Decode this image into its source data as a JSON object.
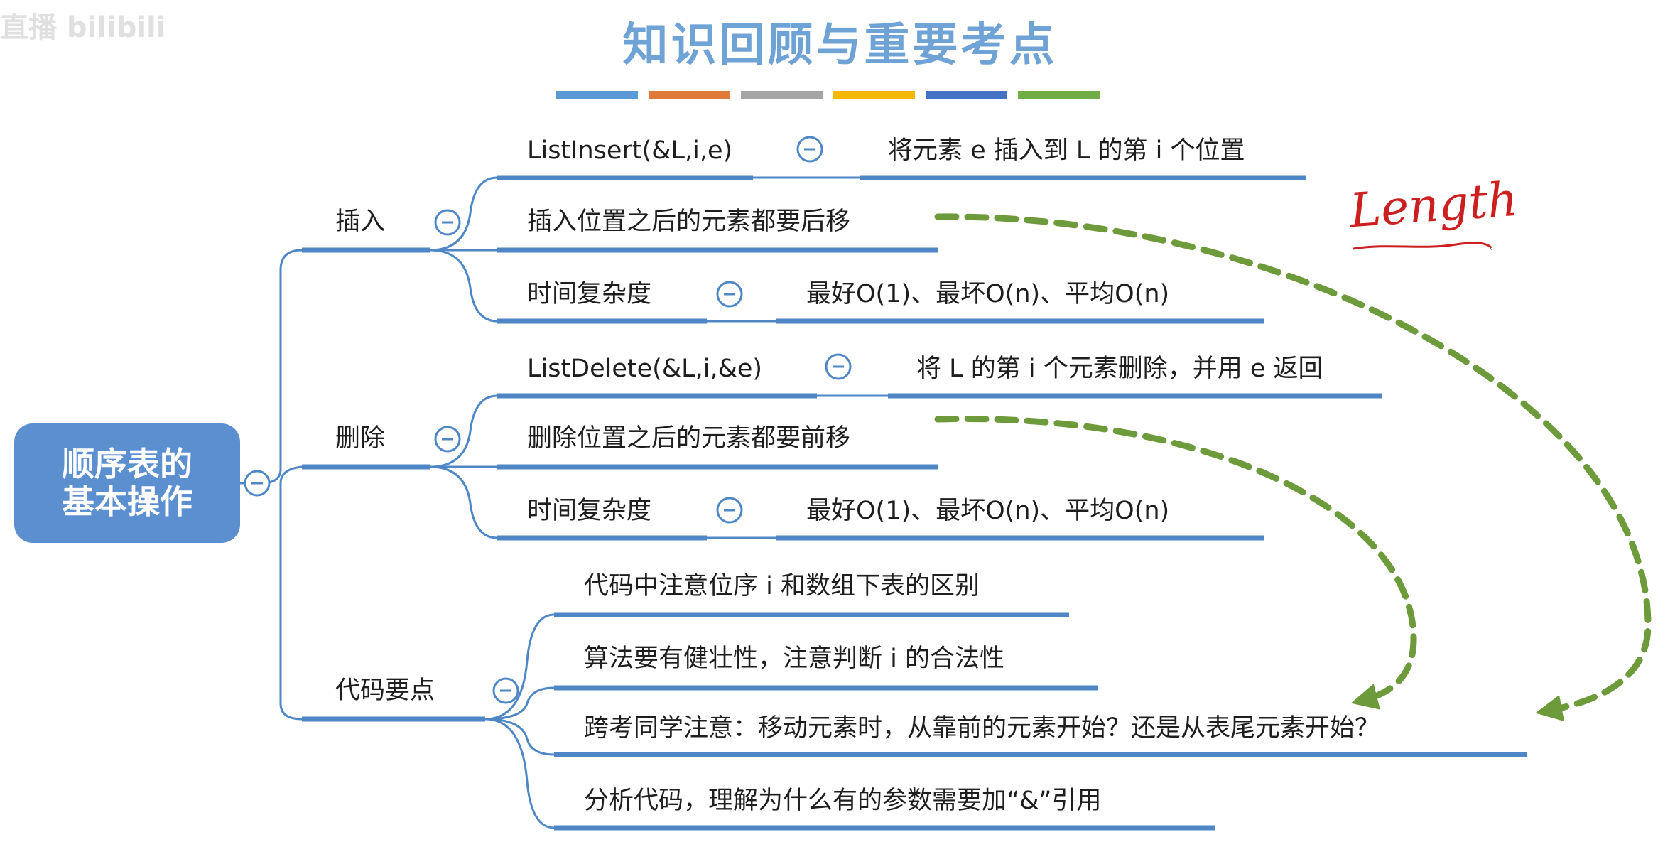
{
  "title": "知识回顾与重要考点",
  "watermark": "直播 bilibili",
  "colors": {
    "title": "#6fa3d6",
    "line": "#4f87c6",
    "root_bg": "#5b8fd0",
    "arrow": "#6d9a3a",
    "annotation": "#cc1f1f"
  },
  "title_bar_colors": [
    "#5b9bd5",
    "#e07b39",
    "#a5a5a5",
    "#f5b800",
    "#4472c4",
    "#70ad47"
  ],
  "root": {
    "line1": "顺序表的",
    "line2": "基本操作"
  },
  "branches": {
    "insert": {
      "label": "插入",
      "items": {
        "api": "ListInsert(&L,i,e)",
        "api_desc": "将元素 e 插入到 L 的第 i 个位置",
        "shift": "插入位置之后的元素都要后移",
        "complexity": "时间复杂度",
        "complexity_value": "最好O(1)、最坏O(n)、平均O(n)"
      }
    },
    "delete": {
      "label": "删除",
      "items": {
        "api": "ListDelete(&L,i,&e)",
        "api_desc": "将 L 的第 i 个元素删除，并用 e 返回",
        "shift": "删除位置之后的元素都要前移",
        "complexity": "时间复杂度",
        "complexity_value": "最好O(1)、最坏O(n)、平均O(n)"
      }
    },
    "code": {
      "label": "代码要点",
      "items": [
        "代码中注意位序 i 和数组下表的区别",
        "算法要有健壮性，注意判断 i 的合法性",
        "跨考同学注意：移动元素时，从靠前的元素开始？还是从表尾元素开始？",
        "分析代码，理解为什么有的参数需要加“&”引用"
      ]
    }
  },
  "collapse_symbol": "−",
  "annotation": "Length"
}
